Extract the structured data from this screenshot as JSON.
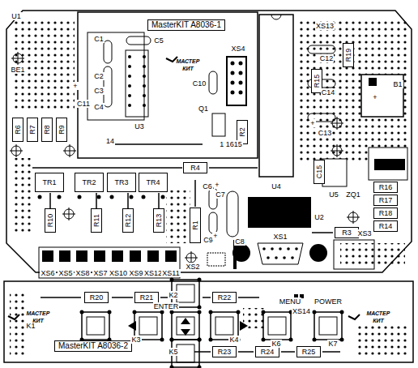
{
  "diagram": {
    "nodes": [
      {
        "text": [
          "MasterKIT A8036-1"
        ]
      },
      {
        "text": [
          "R6"
        ]
      },
      {
        "text": [
          "R7"
        ]
      },
      {
        "text": [
          "R8"
        ]
      },
      {
        "text": [
          "R9"
        ]
      },
      {
        "text": [
          "R19"
        ]
      },
      {
        "text": [
          "R15"
        ]
      },
      {
        "text": [
          "R2"
        ]
      },
      {
        "text": [
          "C15"
        ]
      },
      {
        "text": [
          "R4"
        ]
      },
      {
        "text": [
          "TR1"
        ]
      },
      {
        "text": [
          "TR2"
        ]
      },
      {
        "text": [
          "TR3"
        ]
      },
      {
        "text": [
          "TR4"
        ]
      },
      {
        "text": [
          "R16"
        ]
      },
      {
        "text": [
          "R17"
        ]
      },
      {
        "text": [
          "R18"
        ]
      },
      {
        "text": [
          "R10"
        ]
      },
      {
        "text": [
          "R11"
        ]
      },
      {
        "text": [
          "R12"
        ]
      },
      {
        "text": [
          "R13"
        ]
      },
      {
        "text": [
          "R1"
        ]
      },
      {
        "text": [
          "R14"
        ]
      },
      {
        "text": [
          "R3"
        ]
      },
      {
        "text": [
          "MasterKIT A8036-2"
        ]
      },
      {
        "text": [
          "R20"
        ]
      },
      {
        "text": [
          "R21"
        ]
      },
      {
        "text": [
          "R22"
        ]
      },
      {
        "text": [
          "R23"
        ]
      },
      {
        "text": [
          "R24"
        ]
      },
      {
        "text": [
          "R25"
        ]
      }
    ],
    "labels": [
      "U1",
      "BE1",
      "+",
      "C11",
      "C1",
      "C5",
      "C2",
      "C3",
      "C4",
      "U3",
      "XS4",
      "C10",
      "Q1",
      "14",
      "1 1615",
      "U4",
      "XS13",
      "C12",
      "C14",
      "C13",
      "+",
      "B1",
      "+",
      "U5",
      "ZQ1",
      "C6",
      "+",
      "C7",
      "C9",
      "+",
      "C8",
      "XS1",
      "U2",
      "XS2",
      "XS3",
      "XS6",
      "XS5",
      "XS8",
      "XS7",
      "XS10",
      "XS9",
      "XS12",
      "XS11",
      "ENTER",
      "K2",
      "K1",
      "K3",
      "K4",
      "K5",
      "K6",
      "MENU",
      "XS14",
      "POWER",
      "K7",
      "МАСТЕР",
      "КИТ",
      "МАСТЕР",
      "КИТ",
      "МАСТЕР",
      "КИТ"
    ]
  }
}
